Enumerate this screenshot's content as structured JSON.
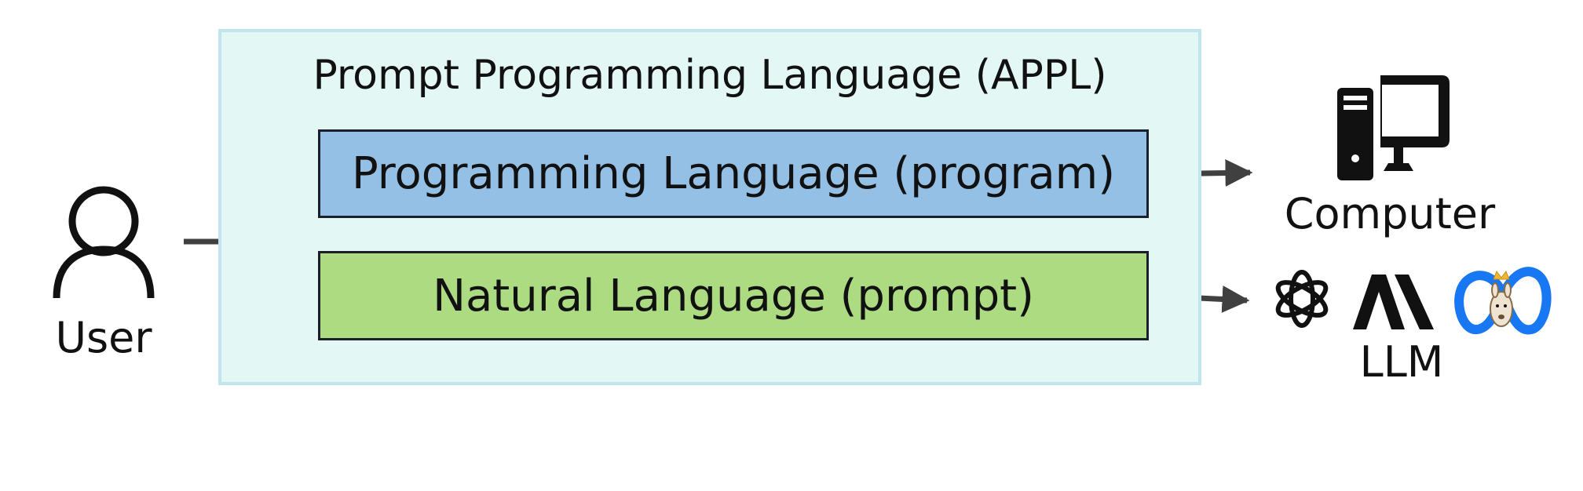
{
  "appl": {
    "title": "Prompt Programming Language (APPL)",
    "programming_box": "Programming Language (program)",
    "natural_box": "Natural Language (prompt)"
  },
  "user": {
    "label": "User",
    "icon": "user-icon"
  },
  "computer": {
    "label": "Computer",
    "icon": "desktop-computer-icon"
  },
  "llm": {
    "label": "LLM",
    "icons": [
      "openai-logo-icon",
      "anthropic-logo-icon",
      "meta-llama-logo-icon"
    ]
  },
  "colors": {
    "outer_fill": "#e3f8f4",
    "outer_border": "#c1e4ef",
    "program_fill": "#94c0e6",
    "prompt_fill": "#acdb82",
    "arrow": "#404040",
    "meta_blue": "#1877f2"
  }
}
